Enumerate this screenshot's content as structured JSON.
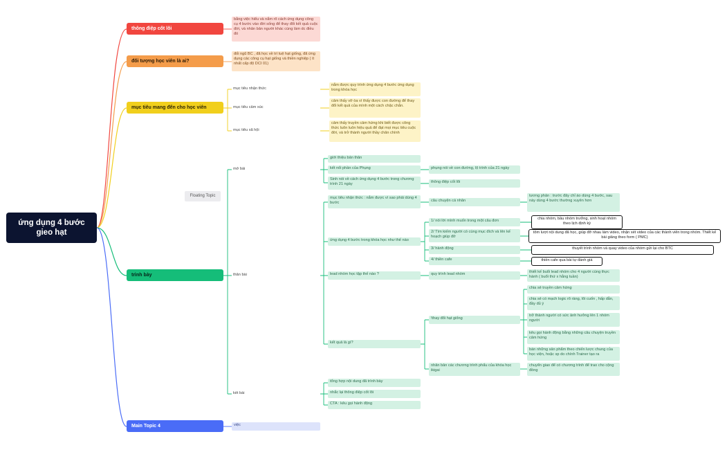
{
  "root": {
    "title": "ứng dụng 4 bước gieo hạt"
  },
  "floating_topic": "Floating Topic",
  "colors": {
    "red": "#f1463f",
    "orange": "#f49c4a",
    "yellow": "#f1cf1c",
    "green": "#15bd79",
    "blue": "#4a6cf7",
    "root": "#0c1430"
  },
  "branches": {
    "core_message": {
      "label": "thông điệp cốt lõi",
      "note": "bằng việc hiểu và nắm rõ cách ứng dụng công cụ 4 bước vào đời sống để thay đổi kết quả cuộc đời, và nhân bản người khác cùng làm dc điều đó"
    },
    "audience": {
      "label": "đối tượng học viên là ai?",
      "note": "đối ngũ BC , đã học về trí tuệ hạt giống, đã ứng dụng các công cụ hạt giống và thiền nghiệp ( ít nhất cấp độ DCI 01)"
    },
    "goals": {
      "label": "mục tiêu mang đến cho học viên",
      "items": [
        {
          "label": "mục tiêu nhận thức",
          "detail": "nắm được quy trình ứng dụng 4 bước ứng dụng trong khóa học"
        },
        {
          "label": "mục tiêu cảm xúc",
          "detail": "cảm thấy vỡ òa vì thấy được con đường để thay đổi kết quả của mình một cách chặc chắn."
        },
        {
          "label": "mục tiêu xã hội",
          "detail": "cảm thấy truyền cảm hứng khi biết được công thức luôn luôn hiệu quả để đạt mọi mục tiêu cuộc đời, và trở thành người thầy chân chính"
        }
      ]
    },
    "presentation": {
      "label": "trình bày",
      "opening": {
        "label": "mở bài",
        "items": [
          "giới thiệu bản thân",
          "kết nối phần của Phụng",
          "Sinh nói về cách ứng dụng 4 bước trong chương trình 21 ngày"
        ],
        "phung_detail": "phụng nói về con đường, lộ trình của 21 ngày",
        "sinh_detail": "thông điệp cốt lõi"
      },
      "body": {
        "label": "thân bài",
        "goal_item": "mục tiêu nhận thức : nắm được vì sao phải dùng 4 bước",
        "personal_story": "câu chuyện cá nhân",
        "story_detail": "tương phản : trước đây chỉ áo dùng 4 bước, sau này dùng 4 bước thường xuyên hơn",
        "apply_item": "ứng dụng 4 bước trong khóa học như thế nào",
        "steps": [
          {
            "label": "1/ nói lời mình muốn trong một câu đơn",
            "box": "chia nhóm, bầu nhóm trưởng, sinh hoạt nhóm theo lịch định kỳ"
          },
          {
            "label": "2/ Tìm kiếm người có cùng mục đích và lên kế hoạch giúp đỡ",
            "box": "tôm lượt nội dung đã học, giúp đỡ nhau làm video, nhận xét video của các thành viên trong nhóm. Thiết kế bài giảng theo form ( PMC)"
          },
          {
            "label": "3/ hành động",
            "box": "thuyết trình nhóm và quay video của nhóm gửi lại cho BTC"
          },
          {
            "label": "4/ thiền cafe",
            "box": "thiền cafe qua bài tự đánh giá"
          }
        ],
        "lead_item": "lead nhóm học tập thế nào ?",
        "lead_process": "quy trình lead nhóm",
        "lead_detail": "thiết kế buổi lead nhóm cho 4 người cùng thực hành ( buổi thứ x hằng tuần)",
        "result_item": "kết quả là gì?",
        "seed_change": "!thay đổi hạt giống",
        "seed_items": [
          "chia sẻ truyền cảm hứng",
          "chia sẻ có mạch logic rõ ràng, lôi cuốn , hấp dẫn, đầy đủ ý",
          "trở thành người có sức ảnh hưởng lên 1 nhóm người",
          "kêu gọi hành động bằng những câu chuyện truyền cảm hứng",
          "bán những sản phẩm theo chiến lược chung của học viện, hoặc sp do chính Trainer tạo ra"
        ],
        "replicate": "nhân bản các chương trình phẩu của khóa học ikigai",
        "replicate_detail": "chuyển giao để có chương trình để trao cho cộng đồng"
      },
      "closing": {
        "label": "kết bài",
        "items": [
          "tổng hợp nội dung đã trình bày",
          "nhắc lại thông điệp cốt lõi",
          "CTA : kêu gọi hành động"
        ]
      }
    },
    "main4": {
      "label": "Main Topic 4",
      "child": "việc"
    }
  }
}
